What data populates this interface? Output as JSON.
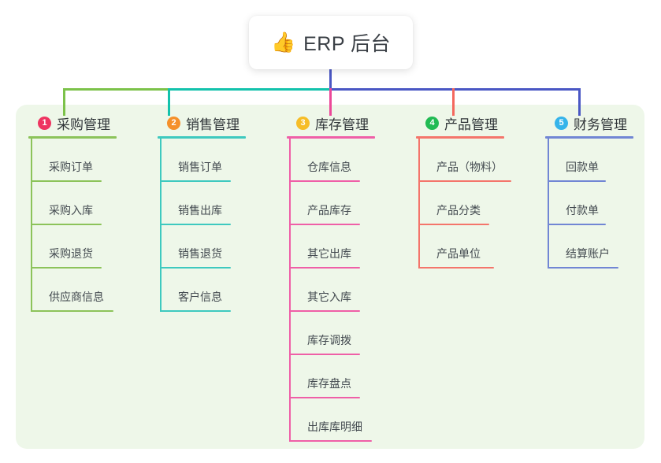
{
  "title": {
    "icon": "thumbs-up-icon",
    "icon_glyph": "👍",
    "text": "ERP 后台"
  },
  "colors": {
    "panel_background": "#eef7e9",
    "page_background": "#ffffff",
    "title_text": "#3a3f45",
    "bus_green": "#7cc24a",
    "bus_teal": "#13c2ac",
    "bus_blue": "#4a57c4"
  },
  "connectors": {
    "stem_color": "#4a57c4",
    "drops": [
      {
        "name": "drop-1",
        "color": "#7cc24a"
      },
      {
        "name": "drop-2",
        "color": "#13c2ac"
      },
      {
        "name": "drop-3",
        "color": "#ec4899"
      },
      {
        "name": "drop-4",
        "color": "#f4685e"
      },
      {
        "name": "drop-5",
        "color": "#4a57c4"
      }
    ]
  },
  "columns": [
    {
      "index": "1",
      "title": "采购管理",
      "badge_color": "#ee3561",
      "line_color": "#8cc35a",
      "items": [
        {
          "label": "采购订单"
        },
        {
          "label": "采购入库"
        },
        {
          "label": "采购退货"
        },
        {
          "label": "供应商信息"
        }
      ]
    },
    {
      "index": "2",
      "title": "销售管理",
      "badge_color": "#f5902b",
      "line_color": "#3ec9bf",
      "items": [
        {
          "label": "销售订单"
        },
        {
          "label": "销售出库"
        },
        {
          "label": "销售退货"
        },
        {
          "label": "客户信息"
        }
      ]
    },
    {
      "index": "3",
      "title": "库存管理",
      "badge_color": "#f6bd27",
      "line_color": "#ef5fa7",
      "items": [
        {
          "label": "仓库信息"
        },
        {
          "label": "产品库存"
        },
        {
          "label": "其它出库"
        },
        {
          "label": "其它入库"
        },
        {
          "label": "库存调拨"
        },
        {
          "label": "库存盘点"
        },
        {
          "label": "出库库明细"
        }
      ]
    },
    {
      "index": "4",
      "title": "产品管理",
      "badge_color": "#22bb54",
      "line_color": "#f4756b",
      "items": [
        {
          "label": "产品（物料）"
        },
        {
          "label": "产品分类"
        },
        {
          "label": "产品单位"
        }
      ]
    },
    {
      "index": "5",
      "title": "财务管理",
      "badge_color": "#35b4ea",
      "line_color": "#7186d4",
      "items": [
        {
          "label": "回款单"
        },
        {
          "label": "付款单"
        },
        {
          "label": "结算账户"
        }
      ]
    }
  ]
}
